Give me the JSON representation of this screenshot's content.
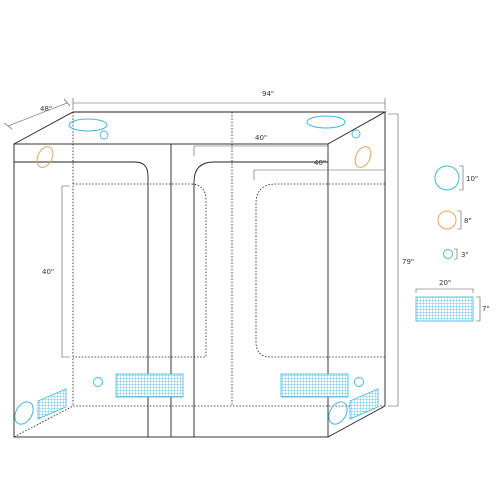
{
  "dimensions": {
    "top_width": "94\"",
    "top_depth": "48\"",
    "height": "79\"",
    "main_door_width": "40\"",
    "side_door_width": "40\"",
    "left_door_height": "40\""
  },
  "legend": {
    "duct_large": "10\"",
    "duct_medium": "8\"",
    "duct_small": "3\"",
    "vent_width": "20\"",
    "vent_height": "7\""
  },
  "colors": {
    "blue": "#3fb6dc",
    "orange": "#e3a55b",
    "outline": "#222222"
  }
}
